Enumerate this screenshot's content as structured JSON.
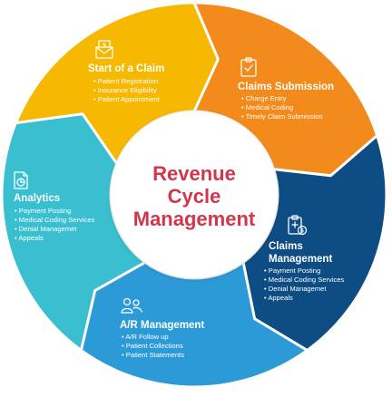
{
  "center": {
    "lines": [
      "Revenue",
      "Cycle",
      "Management"
    ],
    "color": "#d1364b"
  },
  "segments": [
    {
      "id": "start",
      "title_lines": [
        "Start of a Claim"
      ],
      "items": [
        "Patient Registration",
        "Insurance Eligibility",
        "Patient Appointment"
      ],
      "color": "#f6b800",
      "icon": "envelope-dollar-icon"
    },
    {
      "id": "submission",
      "title_lines": [
        "Claims Submission"
      ],
      "items": [
        "Charge Entry",
        "Medical Coding",
        "Timely Claim Submission"
      ],
      "color": "#f38a1c",
      "icon": "clipboard-check-icon"
    },
    {
      "id": "management",
      "title_lines": [
        "Claims",
        "Management"
      ],
      "items": [
        "Payment Posting",
        "Medical Coding Services",
        "Denial Managemet",
        "Appeals"
      ],
      "color": "#0d4d83",
      "icon": "medical-clipboard-icon"
    },
    {
      "id": "ar",
      "title_lines": [
        "A/R Management"
      ],
      "items": [
        "A/R Follow up",
        "Patient Collections",
        "Patient Statements"
      ],
      "color": "#2d9ad8",
      "icon": "people-icon"
    },
    {
      "id": "analytics",
      "title_lines": [
        "Analytics"
      ],
      "items": [
        "Payment Posting",
        "Medical Coding Services",
        "Denial Managemet",
        "Appeals"
      ],
      "color": "#39bfd0",
      "icon": "report-chart-icon"
    }
  ]
}
